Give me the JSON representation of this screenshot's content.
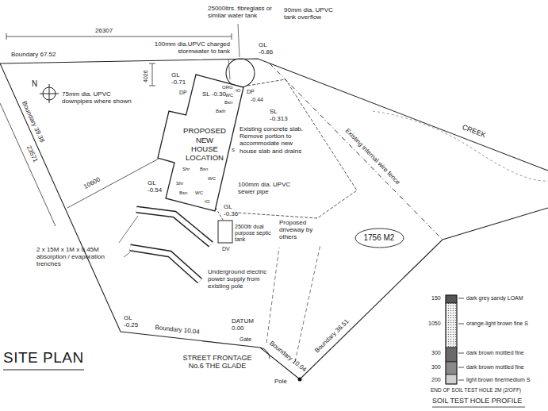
{
  "diagram": {
    "title": "SITE PLAN",
    "nodes": [
      {
        "text": [
          "PROPOSED NEW HOUSE LOCATION"
        ]
      },
      {
        "text": [
          "1756 M2"
        ]
      }
    ],
    "labels": [
      "25000ltrs. fibreglass or similar water tank",
      "90mm dia. UPVC tank overflow",
      "26307",
      "Boundary 67.52",
      "100mm dia.UPVC charged stormwater to tank",
      "4026",
      "GL -0.86",
      "N",
      "GL -0.71",
      "DP",
      "ORG",
      "IO",
      "WC",
      "Bsn",
      "Bath",
      "DP",
      "-0.44",
      "75mm dia. UPVC downpipes where shown",
      "SL -0.30",
      "Boundary 39.38",
      "23571",
      "10600",
      "Existing concrete slab. Remove portion to accommodate new house slab and drains",
      "SL -0.313",
      "Existing internal wire fence",
      "CREEK",
      "S",
      "Shr",
      "Bsn",
      "WC",
      "Shr",
      "Bsn",
      "WC",
      "IO",
      "GL -0.54",
      "100mm dia. UPVC sewer pipe",
      "GL -0.36",
      "2500ltr dual purpose septic tank",
      "DV",
      "Proposed driveway by others",
      "2 x 15M x 1M x 0.45M absorption / evaporation trenches",
      "Underground electric power supply from existing pole",
      "GL -0.25",
      "Boundary 10.04",
      "DATUM 0.00",
      "Gate",
      "Boundary 10.04",
      "Boundary 36.51",
      "Pole",
      "STREET FRONTAGE No.6 THE GLADE",
      "150",
      "dark grey sandy LOAM",
      "1050",
      "orange-light brown fine S",
      "300",
      "dark brown mottled fine",
      "300",
      "dark brown mottled fine",
      "200",
      "light brown fine/medium S",
      "END OF SOIL TEST HOLE 2M (2/OFF)",
      "SOIL TEST HOLE PROFILE"
    ]
  }
}
